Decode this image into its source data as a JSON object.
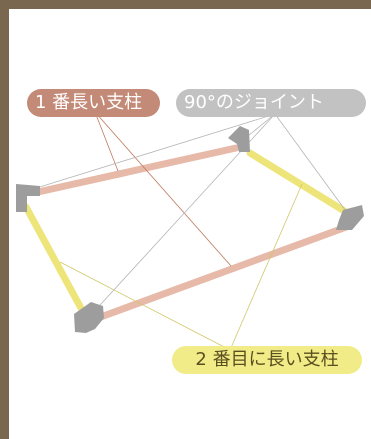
{
  "labels": {
    "long_post": "1 番長い支柱",
    "joint": "90°のジョイント",
    "second_post": "2 番目に長い支柱"
  },
  "colors": {
    "frame": "#7a6750",
    "long_post_fill": "#e6b9a8",
    "long_post_label_bg": "#c48a78",
    "joint_fill": "#9d9d9d",
    "joint_label_bg": "#c2c2c2",
    "second_post_fill": "#eee57a",
    "second_post_label_bg": "#f1eb88",
    "leader_long": "#c07a60",
    "leader_joint": "#b5b5b5"
  },
  "icons": {
    "joint": "elbow-joint-icon",
    "post": "pole-segment-icon"
  }
}
